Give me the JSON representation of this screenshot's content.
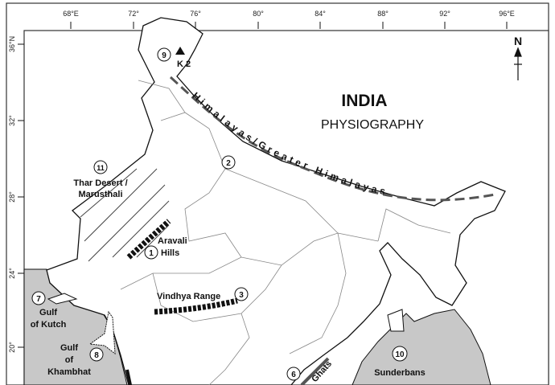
{
  "title": "INDIA",
  "subtitle": "PHYSIOGRAPHY",
  "north_label": "N",
  "longitudes": [
    "68°E",
    "72°",
    "76°",
    "80°",
    "84°",
    "88°",
    "92°",
    "96°E"
  ],
  "latitudes": [
    "36°N",
    "32°",
    "28°",
    "24°",
    "20°"
  ],
  "features": {
    "k2": {
      "num": "9",
      "name": "K 2"
    },
    "himalayas": "Himalayas/Greater Himalayas",
    "f2": {
      "num": "2"
    },
    "thar": {
      "num": "11",
      "line1": "Thar Desert /",
      "line2": "Marusthali"
    },
    "aravali": {
      "num": "1",
      "line1": "Aravali",
      "line2": "Hills"
    },
    "vindhya": {
      "num": "3",
      "name": "Vindhya Range"
    },
    "kutch": {
      "num": "7",
      "line1": "Gulf",
      "line2": "of Kutch"
    },
    "khambhat": {
      "num": "8",
      "line1": "Gulf",
      "line2": "of",
      "line3": "Khambhat"
    },
    "sunderbans": {
      "num": "10",
      "name": "Sunderbans"
    },
    "ghats": {
      "num": "6",
      "name": "Ghats"
    }
  },
  "colors": {
    "sea": "#c8c8c8",
    "border": "#888888",
    "ink": "#111111",
    "dash": "#555555"
  }
}
